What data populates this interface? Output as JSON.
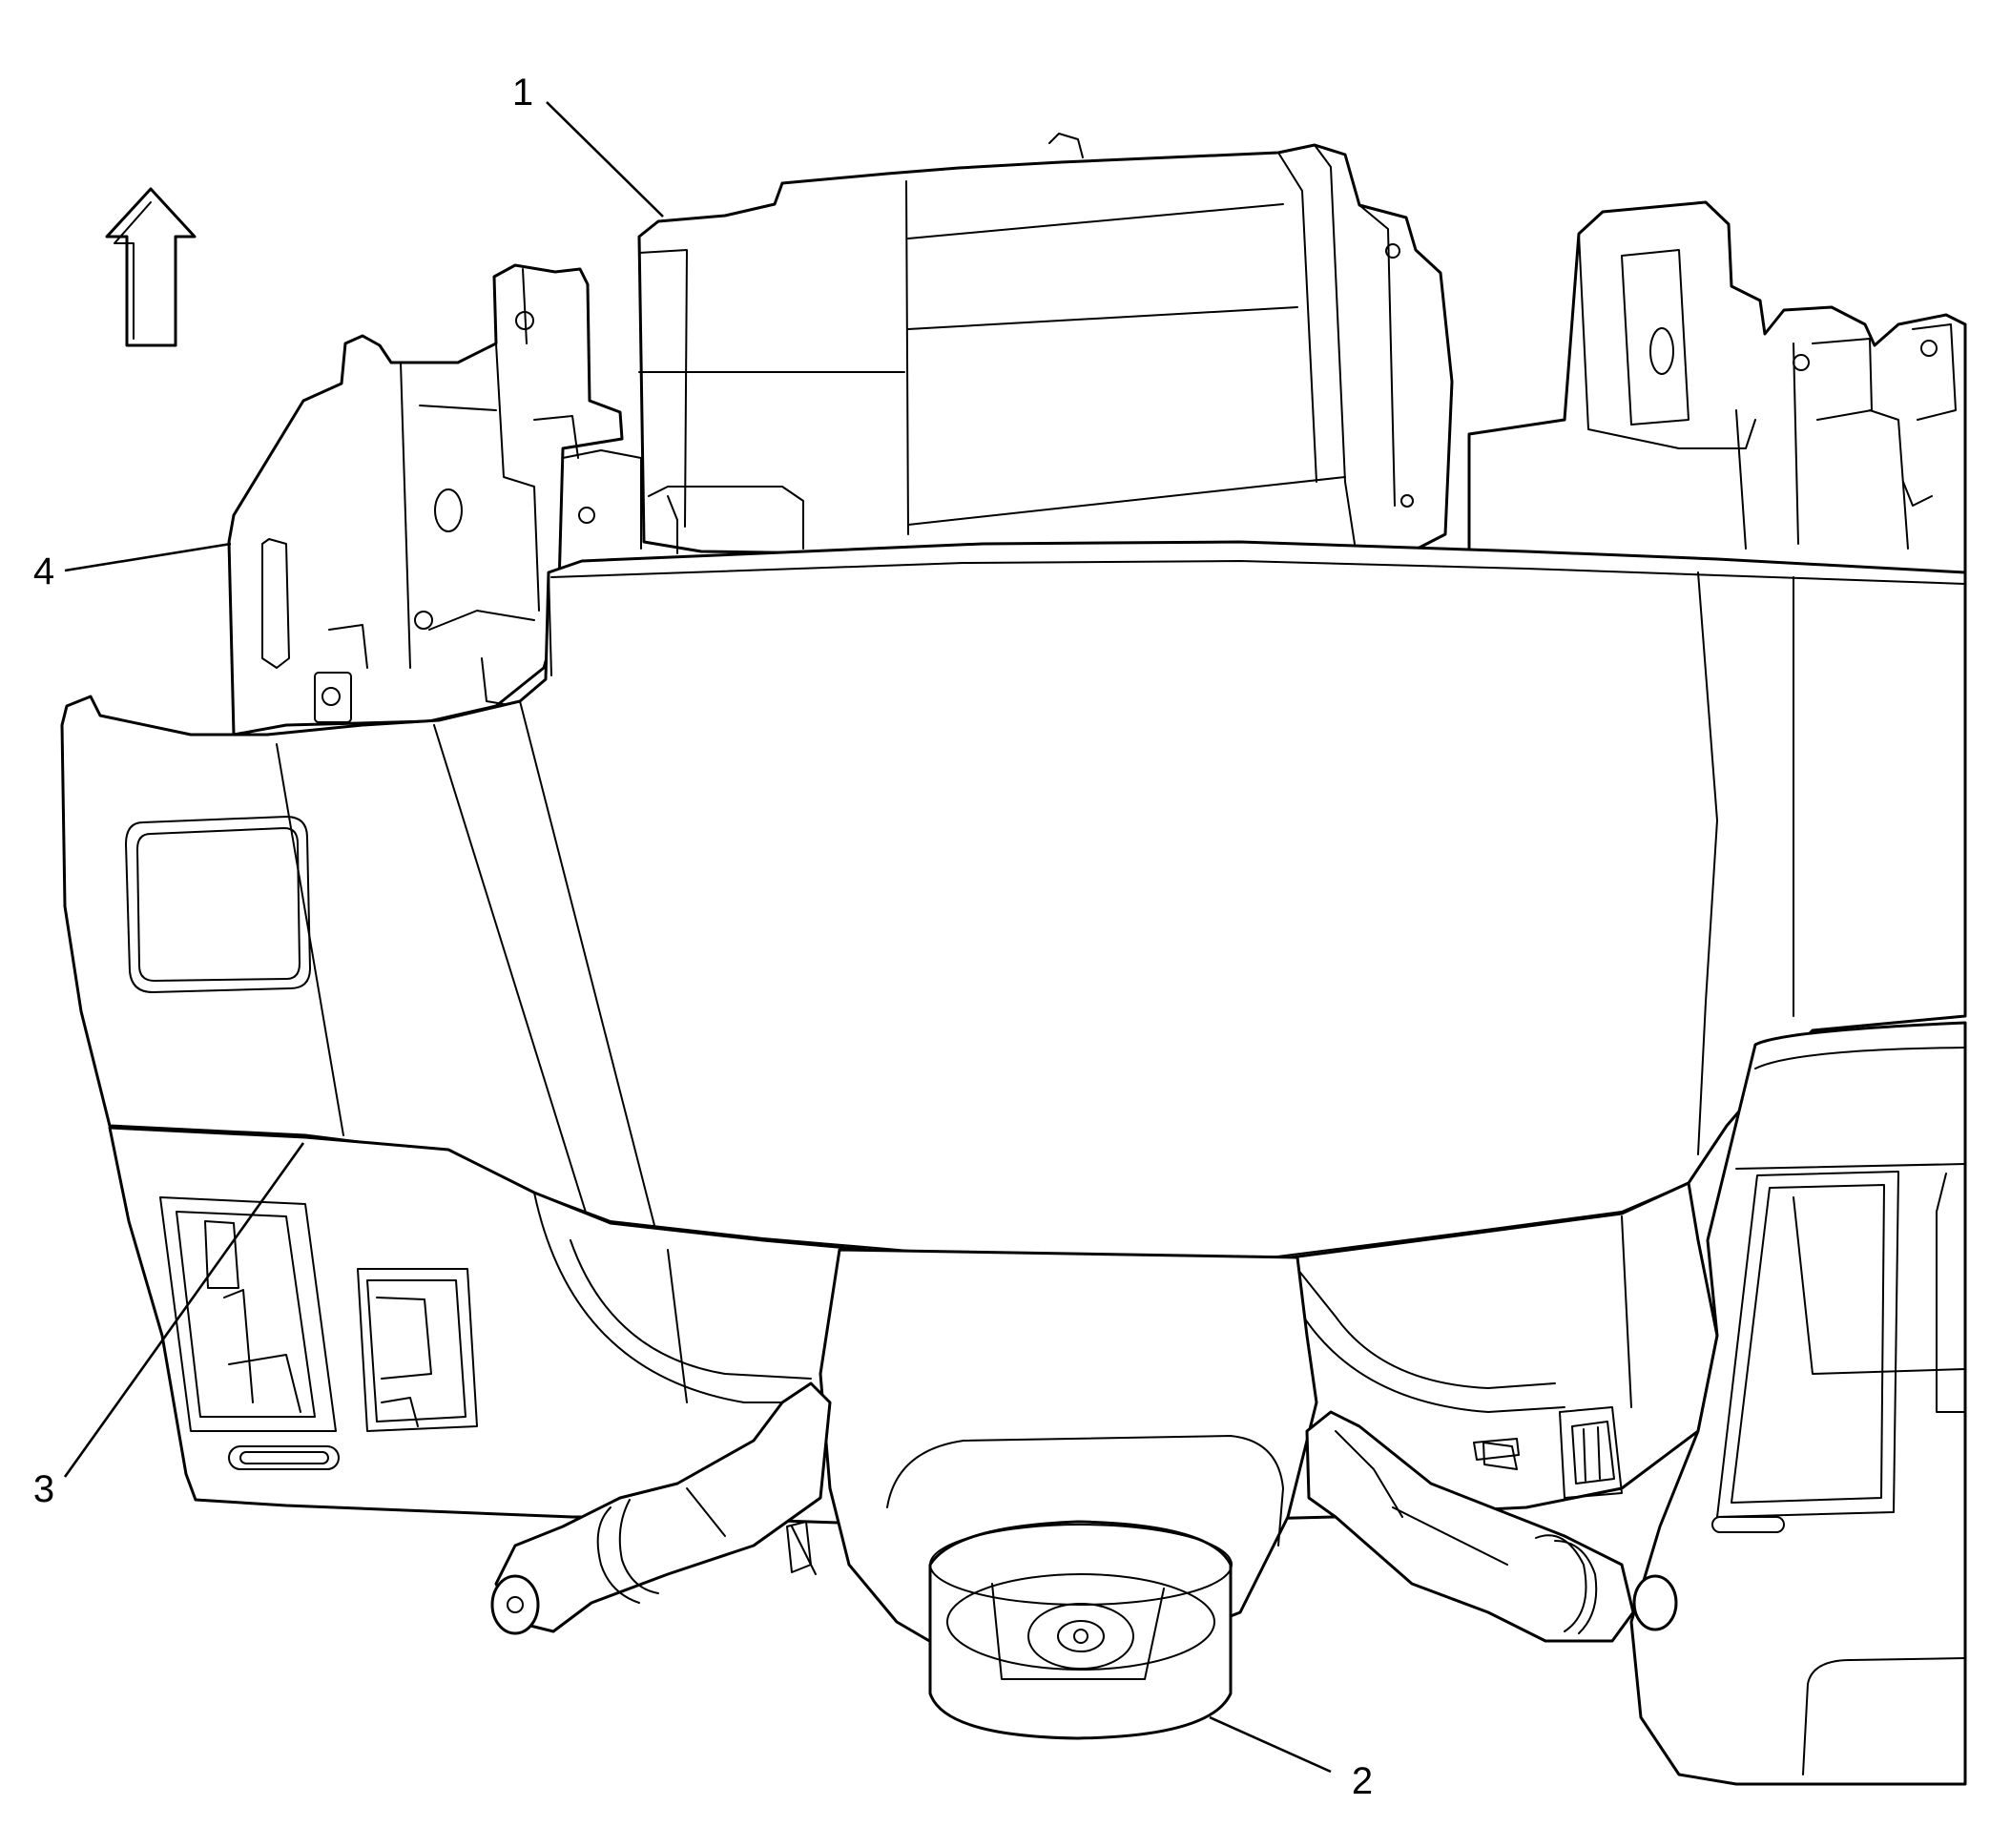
{
  "callouts": [
    {
      "id": "1",
      "label": "1"
    },
    {
      "id": "2",
      "label": "2"
    },
    {
      "id": "3",
      "label": "3"
    },
    {
      "id": "4",
      "label": "4"
    }
  ],
  "orientation_arrow": {
    "icon": "up-arrow-icon",
    "direction": "up"
  },
  "colors": {
    "line": "#000000",
    "background": "#ffffff"
  }
}
